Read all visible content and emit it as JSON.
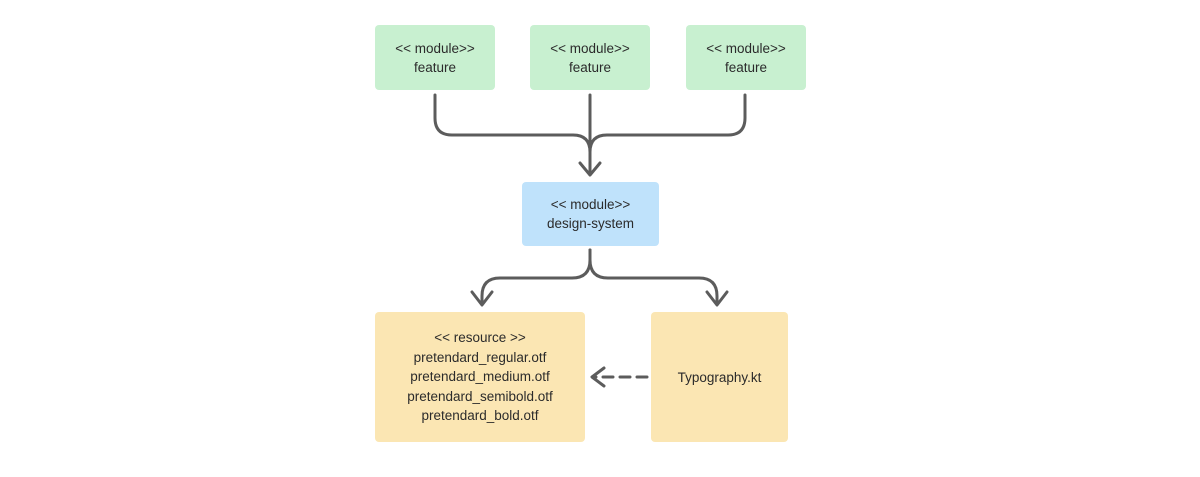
{
  "diagram": {
    "feature_nodes": [
      {
        "stereotype": "<< module>>",
        "name": "feature"
      },
      {
        "stereotype": "<< module>>",
        "name": "feature"
      },
      {
        "stereotype": "<< module>>",
        "name": "feature"
      }
    ],
    "design_system": {
      "stereotype": "<< module>>",
      "name": "design-system"
    },
    "resource": {
      "stereotype": "<< resource >>",
      "files": [
        "pretendard_regular.otf",
        "pretendard_medium.otf",
        "pretendard_semibold.otf",
        "pretendard_bold.otf"
      ]
    },
    "typography": {
      "name": "Typography.kt"
    },
    "colors": {
      "feature_fill": "#c8f0d0",
      "design_system_fill": "#bfe2fb",
      "resource_fill": "#fbe6b3",
      "edge": "#5c5c5c",
      "text": "#2b2b2b"
    }
  }
}
